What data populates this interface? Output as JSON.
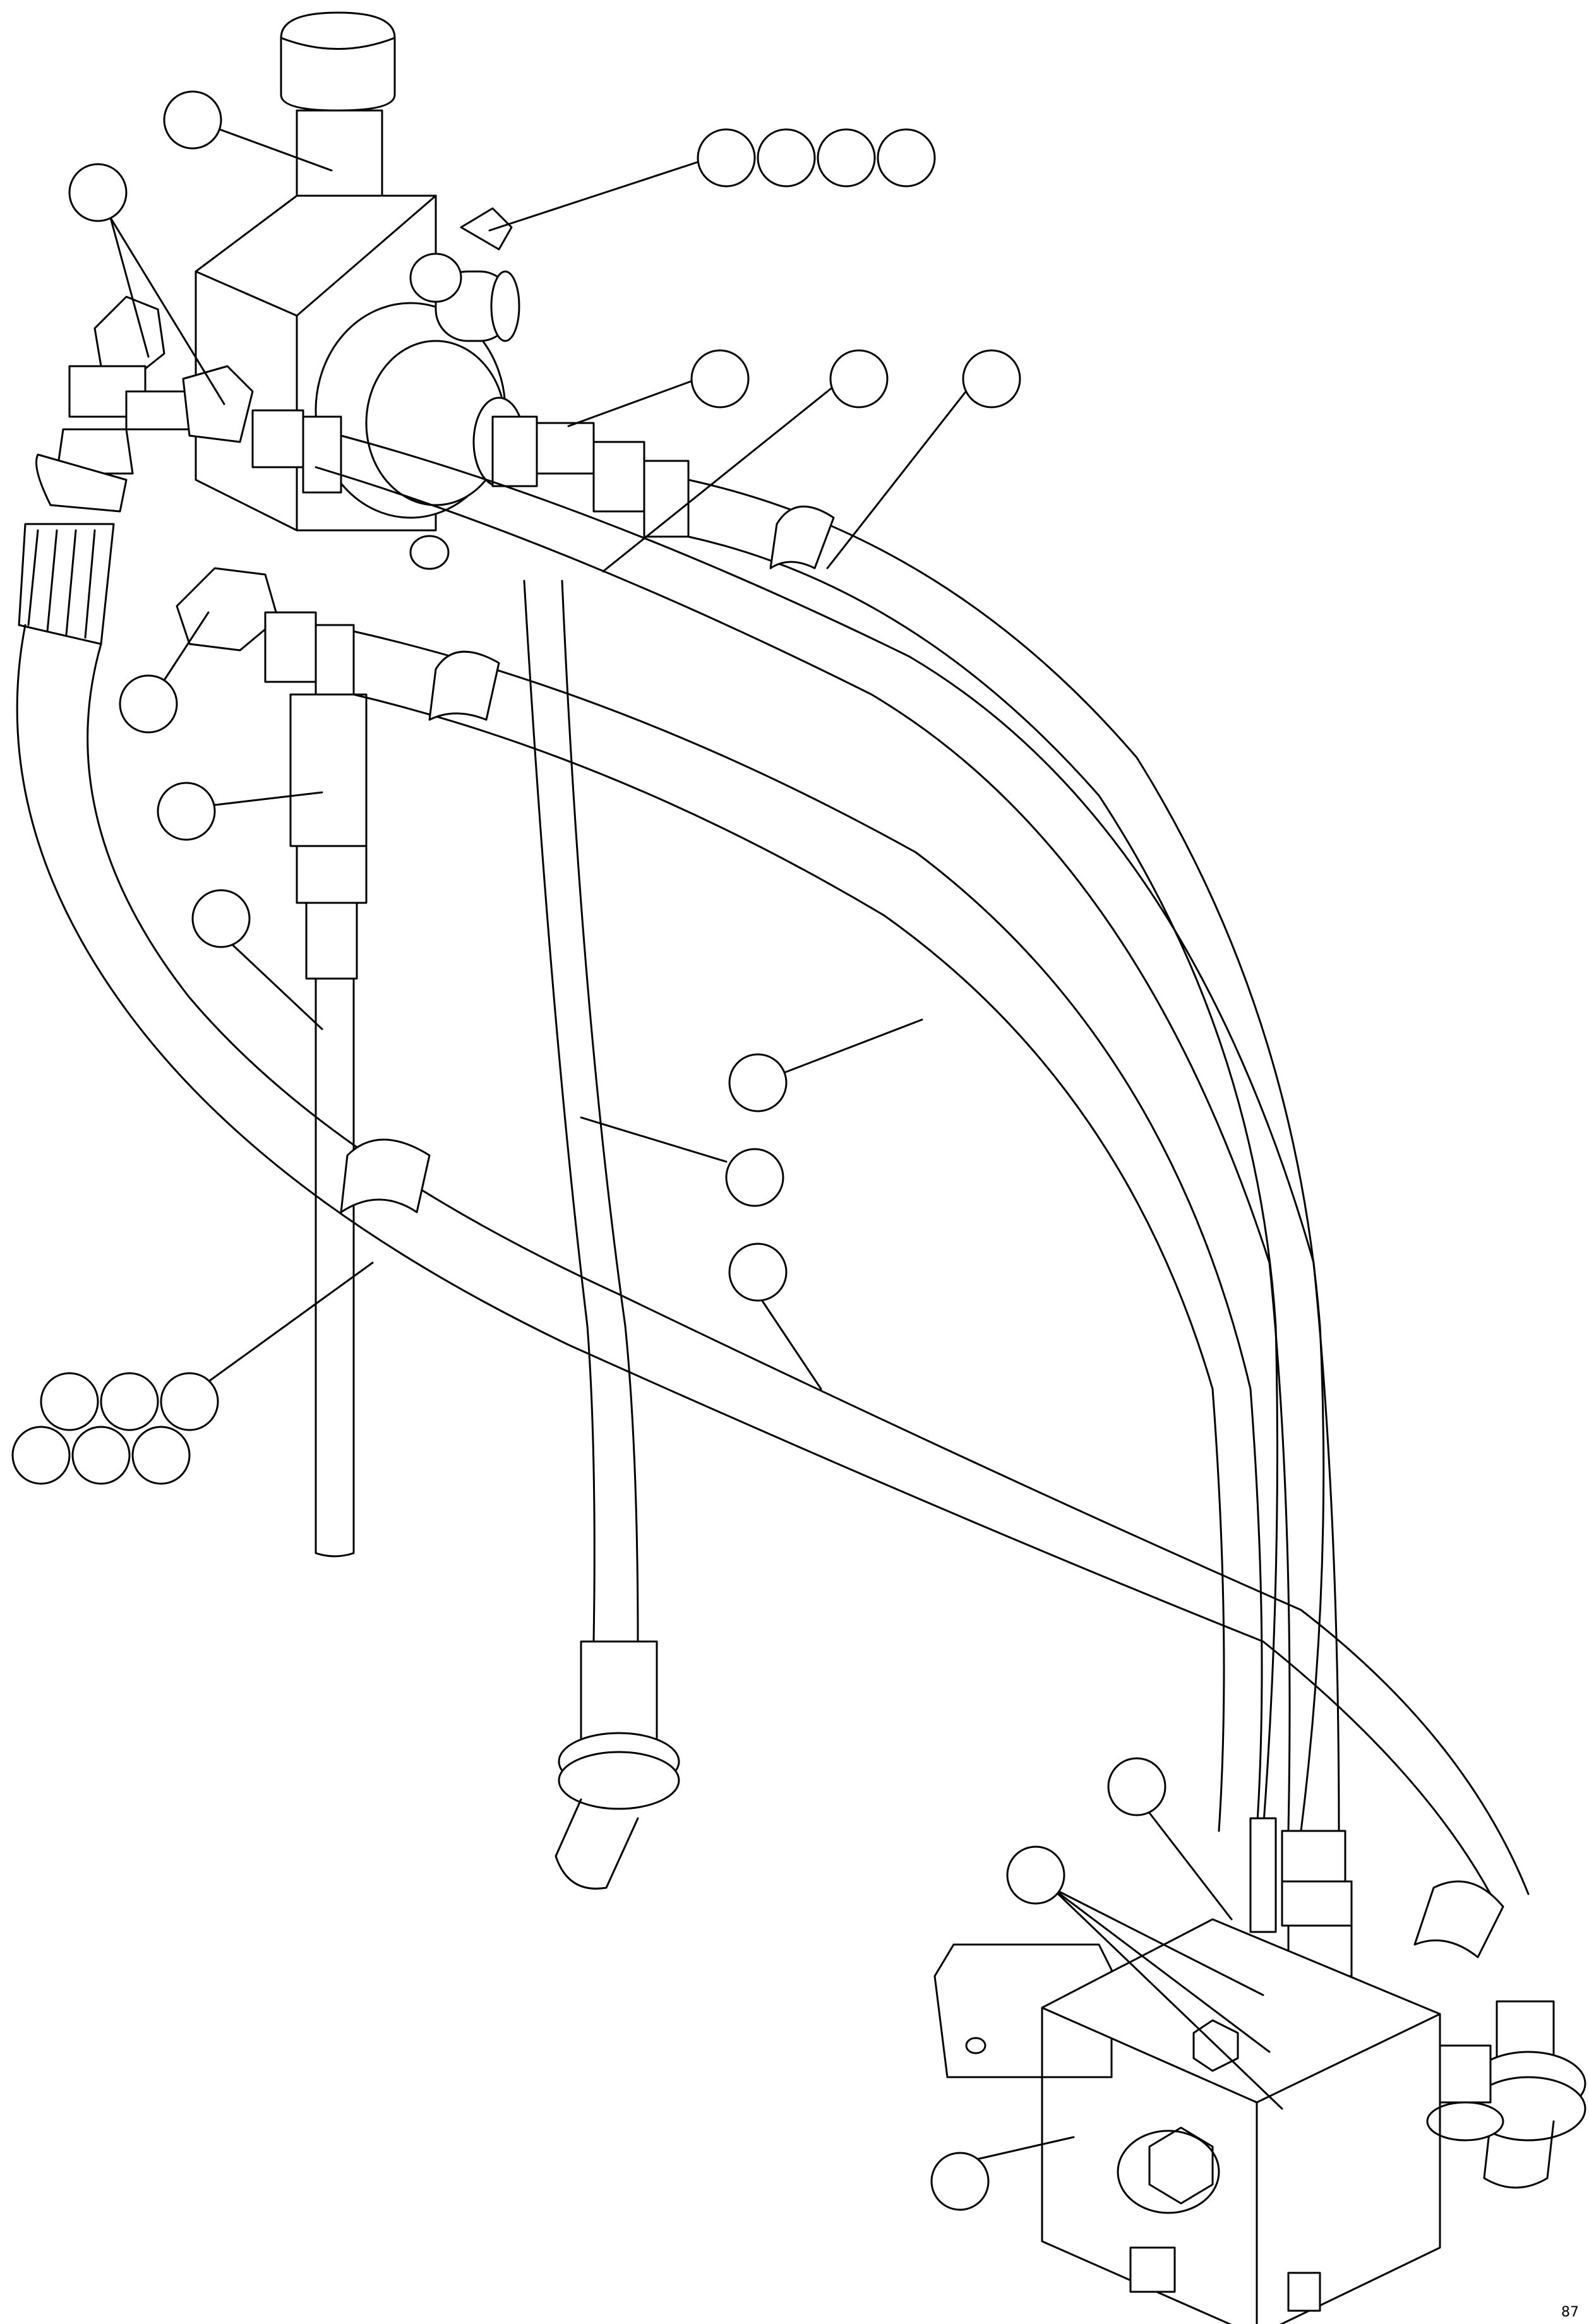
{
  "figure": {
    "kind": "exploded hydraulic parts illustration",
    "corner_mark": "87",
    "stroke_color": "#000000",
    "background": "#ffffff",
    "callouts": [
      {
        "id": "c1",
        "label": ""
      },
      {
        "id": "c2",
        "label": ""
      },
      {
        "id": "c3",
        "label": ""
      },
      {
        "id": "c4",
        "label": ""
      },
      {
        "id": "c5",
        "label": ""
      },
      {
        "id": "c6",
        "label": ""
      },
      {
        "id": "c7",
        "label": ""
      },
      {
        "id": "c8",
        "label": ""
      },
      {
        "id": "c9",
        "label": ""
      },
      {
        "id": "c10",
        "label": ""
      },
      {
        "id": "c11",
        "label": ""
      },
      {
        "id": "c12",
        "label": ""
      },
      {
        "id": "c13",
        "label": ""
      },
      {
        "id": "c14",
        "label": ""
      },
      {
        "id": "c15",
        "label": ""
      },
      {
        "id": "c16",
        "label": ""
      },
      {
        "id": "c17",
        "label": ""
      },
      {
        "id": "c18",
        "label": ""
      },
      {
        "id": "c19",
        "label": ""
      },
      {
        "id": "c20",
        "label": ""
      },
      {
        "id": "c21",
        "label": ""
      },
      {
        "id": "c22",
        "label": ""
      },
      {
        "id": "c23",
        "label": ""
      },
      {
        "id": "c24",
        "label": ""
      },
      {
        "id": "c25",
        "label": ""
      }
    ]
  }
}
